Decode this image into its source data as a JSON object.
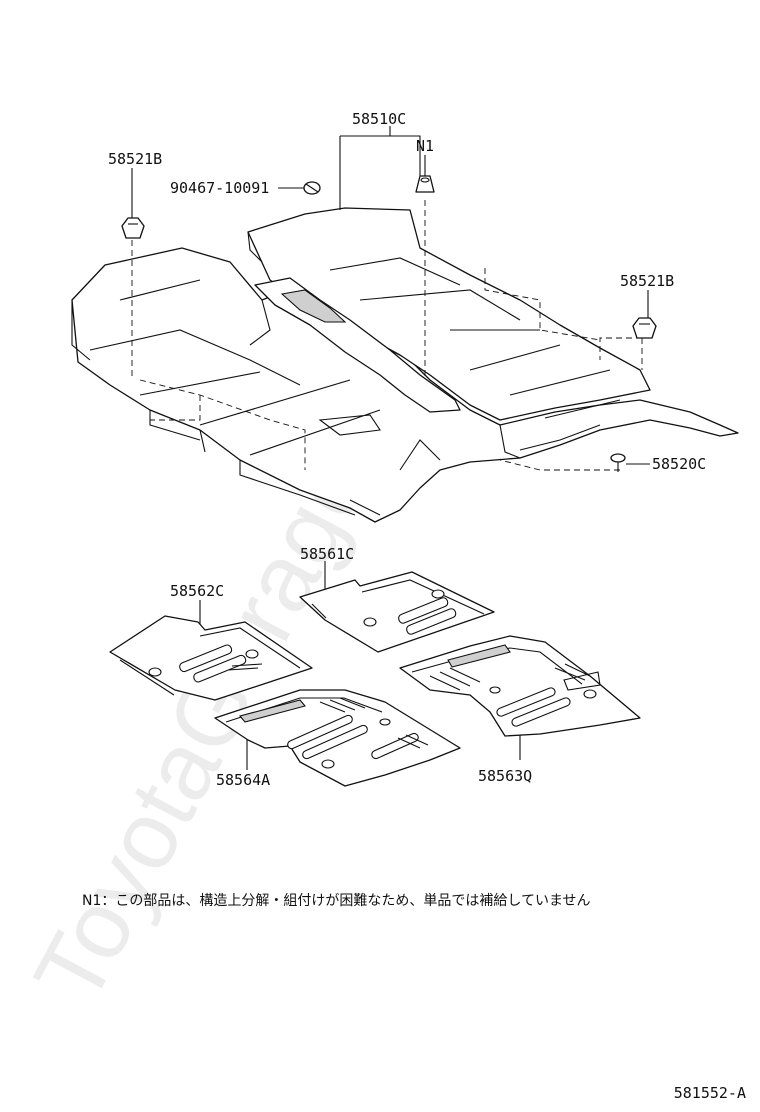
{
  "watermark": "ToyotaGarage.ru",
  "parts": {
    "main_carpet": "58510C",
    "n1_marker": "N1",
    "clip_left": "58521B",
    "clip_right": "58521B",
    "grommet": "90467-10091",
    "fastener": "58520C",
    "mat_front_right": "58561C",
    "mat_front_left": "58562C",
    "mat_rear_right": "58563Q",
    "mat_rear_left": "58564A"
  },
  "note": "N1：この部品は、構造上分解・組付けが困難なため、単品では補給していません",
  "diagram_code": "581552-A"
}
